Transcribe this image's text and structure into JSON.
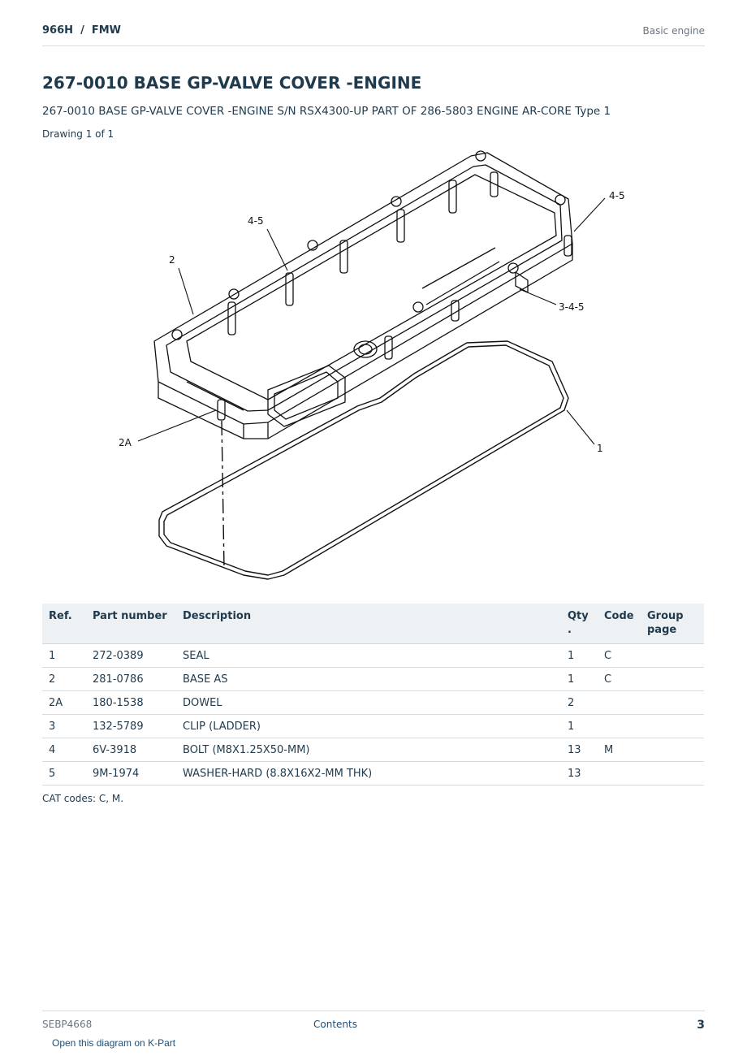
{
  "header": {
    "breadcrumb": "966H  /  FMW",
    "section": "Basic engine"
  },
  "title": "267-0010 BASE GP-VALVE COVER -ENGINE",
  "subtitle": "267-0010 BASE GP-VALVE COVER -ENGINE S/N RSX4300-UP PART OF 286-5803 ENGINE AR-CORE Type 1",
  "drawing_label": "Drawing 1 of 1",
  "diagram": {
    "callouts": [
      "4-5",
      "4-5",
      "2",
      "3-4-5",
      "2A",
      "1"
    ]
  },
  "table": {
    "headers": [
      "Ref.",
      "Part number",
      "Description",
      "Qty\n.",
      "Code",
      "Group page"
    ],
    "rows": [
      [
        "1",
        "272-0389",
        "SEAL",
        "1",
        "C",
        ""
      ],
      [
        "2",
        "281-0786",
        "BASE AS",
        "1",
        "C",
        ""
      ],
      [
        "2A",
        "180-1538",
        "DOWEL",
        "2",
        "",
        ""
      ],
      [
        "3",
        "132-5789",
        "CLIP (LADDER)",
        "1",
        "",
        ""
      ],
      [
        "4",
        "6V-3918",
        "BOLT (M8X1.25X50-MM)",
        "13",
        "M",
        ""
      ],
      [
        "5",
        "9M-1974",
        "WASHER-HARD (8.8X16X2-MM THK)",
        "13",
        "",
        ""
      ]
    ]
  },
  "cat_codes": "CAT codes: C, M.",
  "footer": {
    "doc_id": "SEBP4668",
    "contents_link": "Contents",
    "page_number": "3"
  },
  "kpart_link": "Open this diagram on K-Part",
  "colors": {
    "text": "#1f3a4d",
    "link": "#1f4e79",
    "header_bg": "#eef1f4",
    "rule": "#d9dde1"
  }
}
